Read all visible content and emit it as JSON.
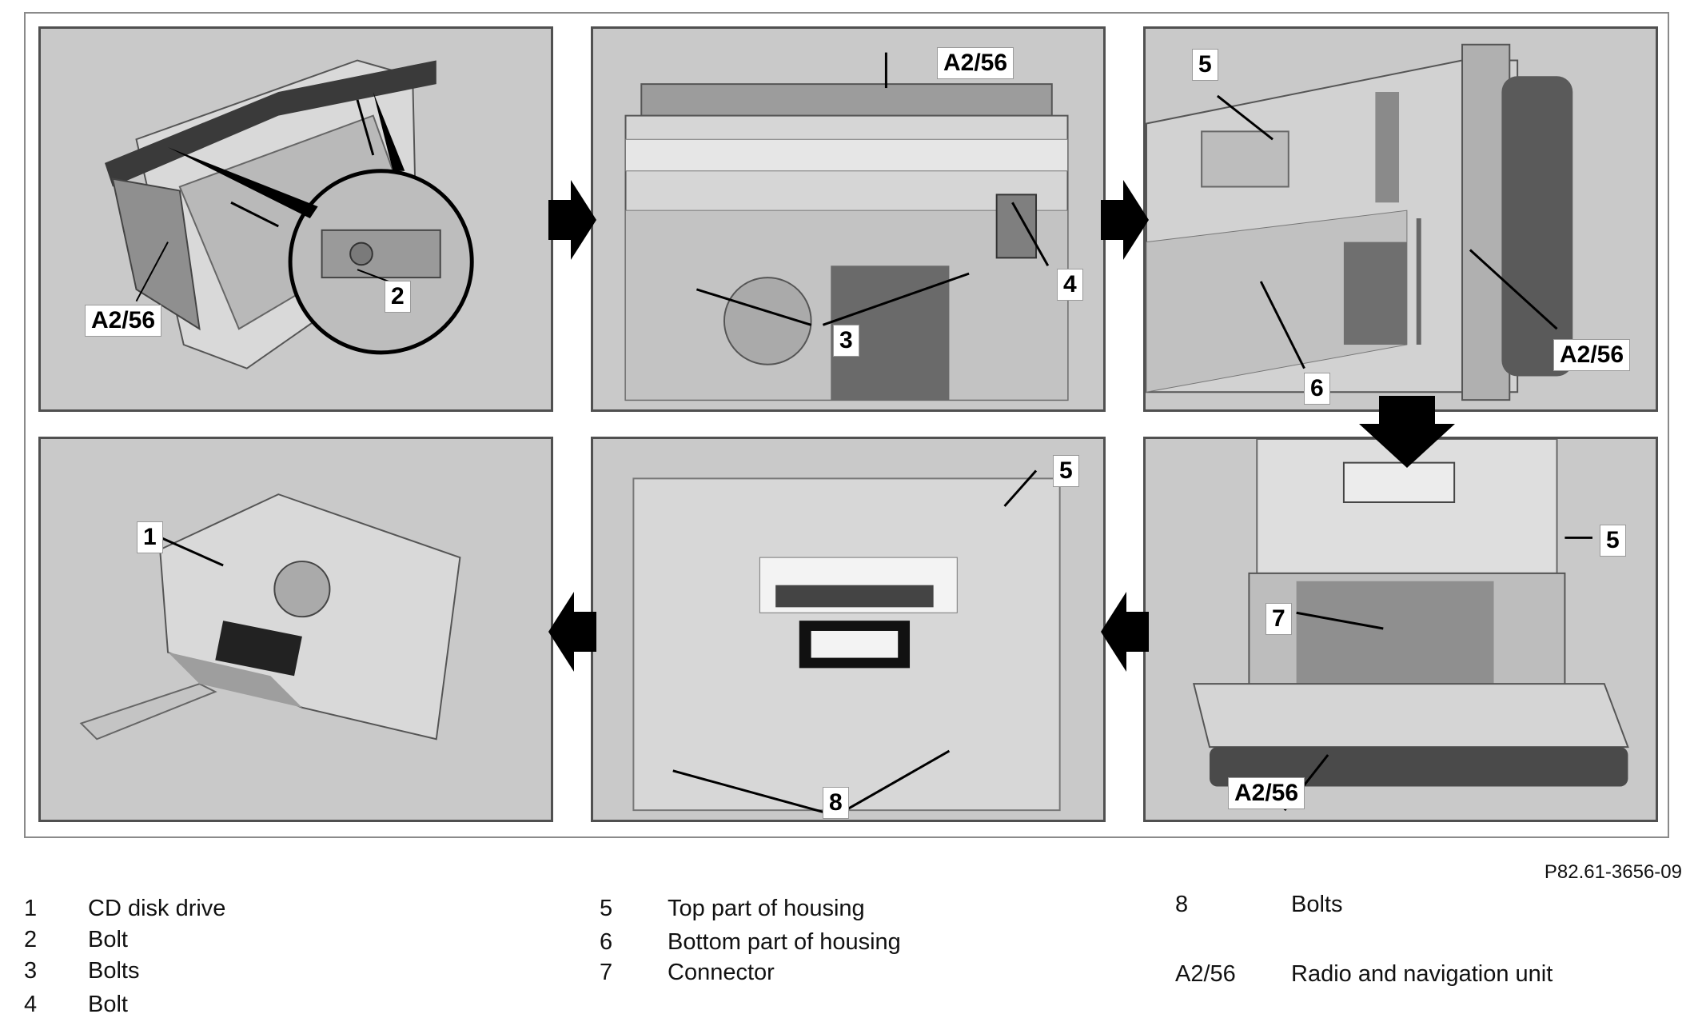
{
  "reference_code": "P82.61-3656-09",
  "callouts": {
    "p1": {
      "unit": "A2/56",
      "bolt": "2"
    },
    "p2": {
      "unit": "A2/56",
      "bolts": "3",
      "bolt": "4"
    },
    "p3": {
      "top_housing": "5",
      "bottom_housing": "6",
      "unit": "A2/56"
    },
    "p4": {
      "connector": "7",
      "top_housing": "5",
      "unit": "A2/56"
    },
    "p5": {
      "top_housing": "5",
      "bolts": "8"
    },
    "p6": {
      "drive": "1"
    }
  },
  "legend": [
    {
      "num": "1",
      "text": "CD disk drive"
    },
    {
      "num": "2",
      "text": "Bolt"
    },
    {
      "num": "3",
      "text": "Bolts"
    },
    {
      "num": "4",
      "text": "Bolt"
    },
    {
      "num": "5",
      "text": "Top part of housing"
    },
    {
      "num": "6",
      "text": "Bottom part of housing"
    },
    {
      "num": "7",
      "text": "Connector"
    },
    {
      "num": "8",
      "text": "Bolts"
    },
    {
      "num": "A2/56",
      "text": "Radio and navigation unit"
    }
  ]
}
